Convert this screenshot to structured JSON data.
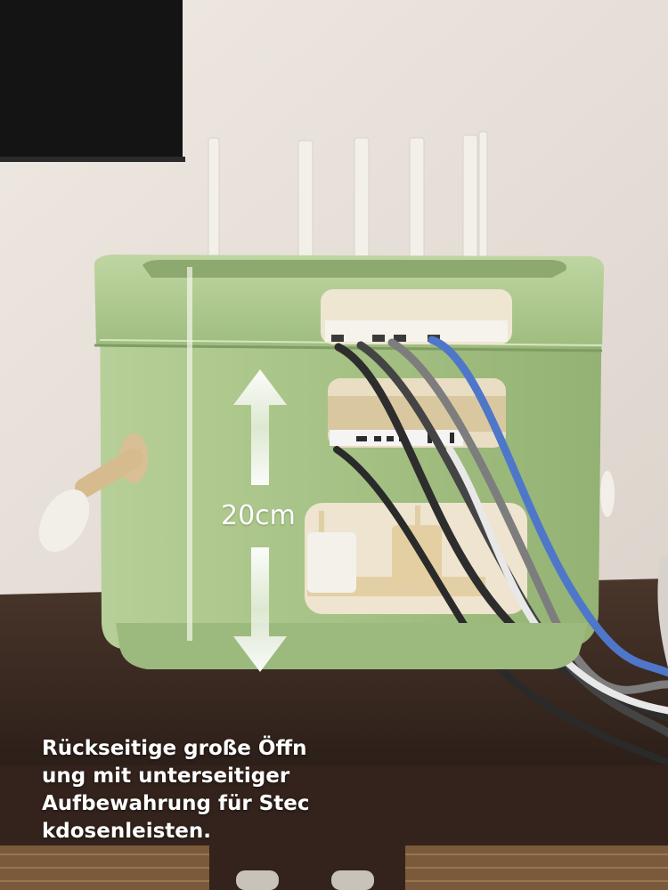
{
  "image": {
    "dimension_label": "20cm",
    "caption_lines": [
      "Rückseitige große Öffn",
      "ung mit unterseitiger",
      "Aufbewahrung für Stec",
      "kdosenleisten."
    ],
    "colors": {
      "box_green": "#a9c48a",
      "box_green_dark": "#8fae70",
      "wall": "#e8e2dc",
      "cabinet": "#3b2a22",
      "cable_blue": "#4f77c9"
    }
  }
}
